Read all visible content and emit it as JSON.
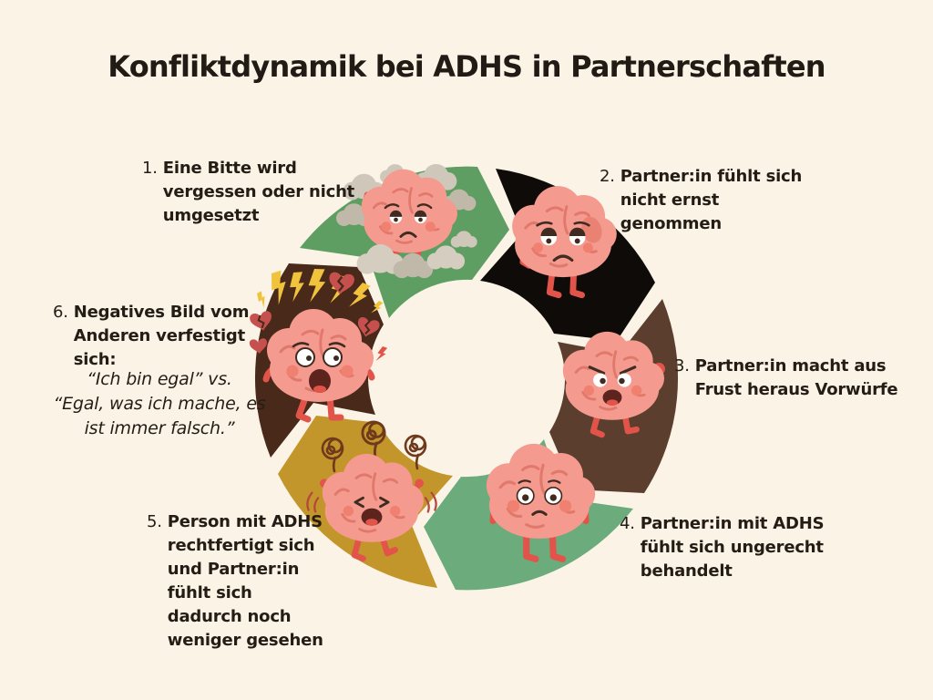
{
  "title": "Konfliktdynamik bei ADHS in Partnerschaften",
  "steps": [
    {
      "number": "1.",
      "text": "Eine Bitte wird\nvergessen oder nicht\numgesetzt"
    },
    {
      "number": "2.",
      "text": "Partner:in fühlt sich\nnicht ernst\ngenommen"
    },
    {
      "number": "3.",
      "text": "Partner:in macht aus\nFrust heraus Vorwürfe"
    },
    {
      "number": "4.",
      "text": "Partner:in mit ADHS\nfühlt sich ungerecht\nbehandelt"
    },
    {
      "number": "5.",
      "text": "Person mit ADHS\nrechtfertigt sich\nund Partner:in\nfühlt sich\ndadurch noch\nweniger gesehen"
    },
    {
      "number": "6.",
      "text": "Negatives Bild vom\nAnderen verfestigt\nsich:",
      "quote": "“Ich bin egal” vs.\n“Egal, was ich mache, es\nist immer falsch.”"
    }
  ],
  "cycle": {
    "direction": "clockwise",
    "segments": [
      {
        "id": 1,
        "color": "#5f9e62",
        "character": "brain-sad-foggy",
        "decoration": "clouds"
      },
      {
        "id": 2,
        "color": "#0f0b08",
        "character": "brain-dejected",
        "decoration": ""
      },
      {
        "id": 3,
        "color": "#5b3e2e",
        "character": "brain-angry",
        "decoration": ""
      },
      {
        "id": 4,
        "color": "#6cab7c",
        "character": "brain-worried",
        "decoration": ""
      },
      {
        "id": 5,
        "color": "#c3962b",
        "character": "brain-overwhelmed",
        "decoration": "scribbles"
      },
      {
        "id": 6,
        "color": "#48291a",
        "character": "brain-shocked",
        "decoration": "lightning-and-broken-hearts"
      }
    ]
  },
  "colors": {
    "background": "#faf3e6",
    "text": "#241d16",
    "brain_body": "#f49a8e",
    "brain_folds": "#e0796c",
    "limbs": "#e2544a",
    "blush": "#f0806f",
    "cloud": "#cfc8ba",
    "lightning": "#f1c33c",
    "broken_heart": "#c6504d",
    "scribble": "#6f3a1b",
    "open_mouth": "#5c241d"
  }
}
